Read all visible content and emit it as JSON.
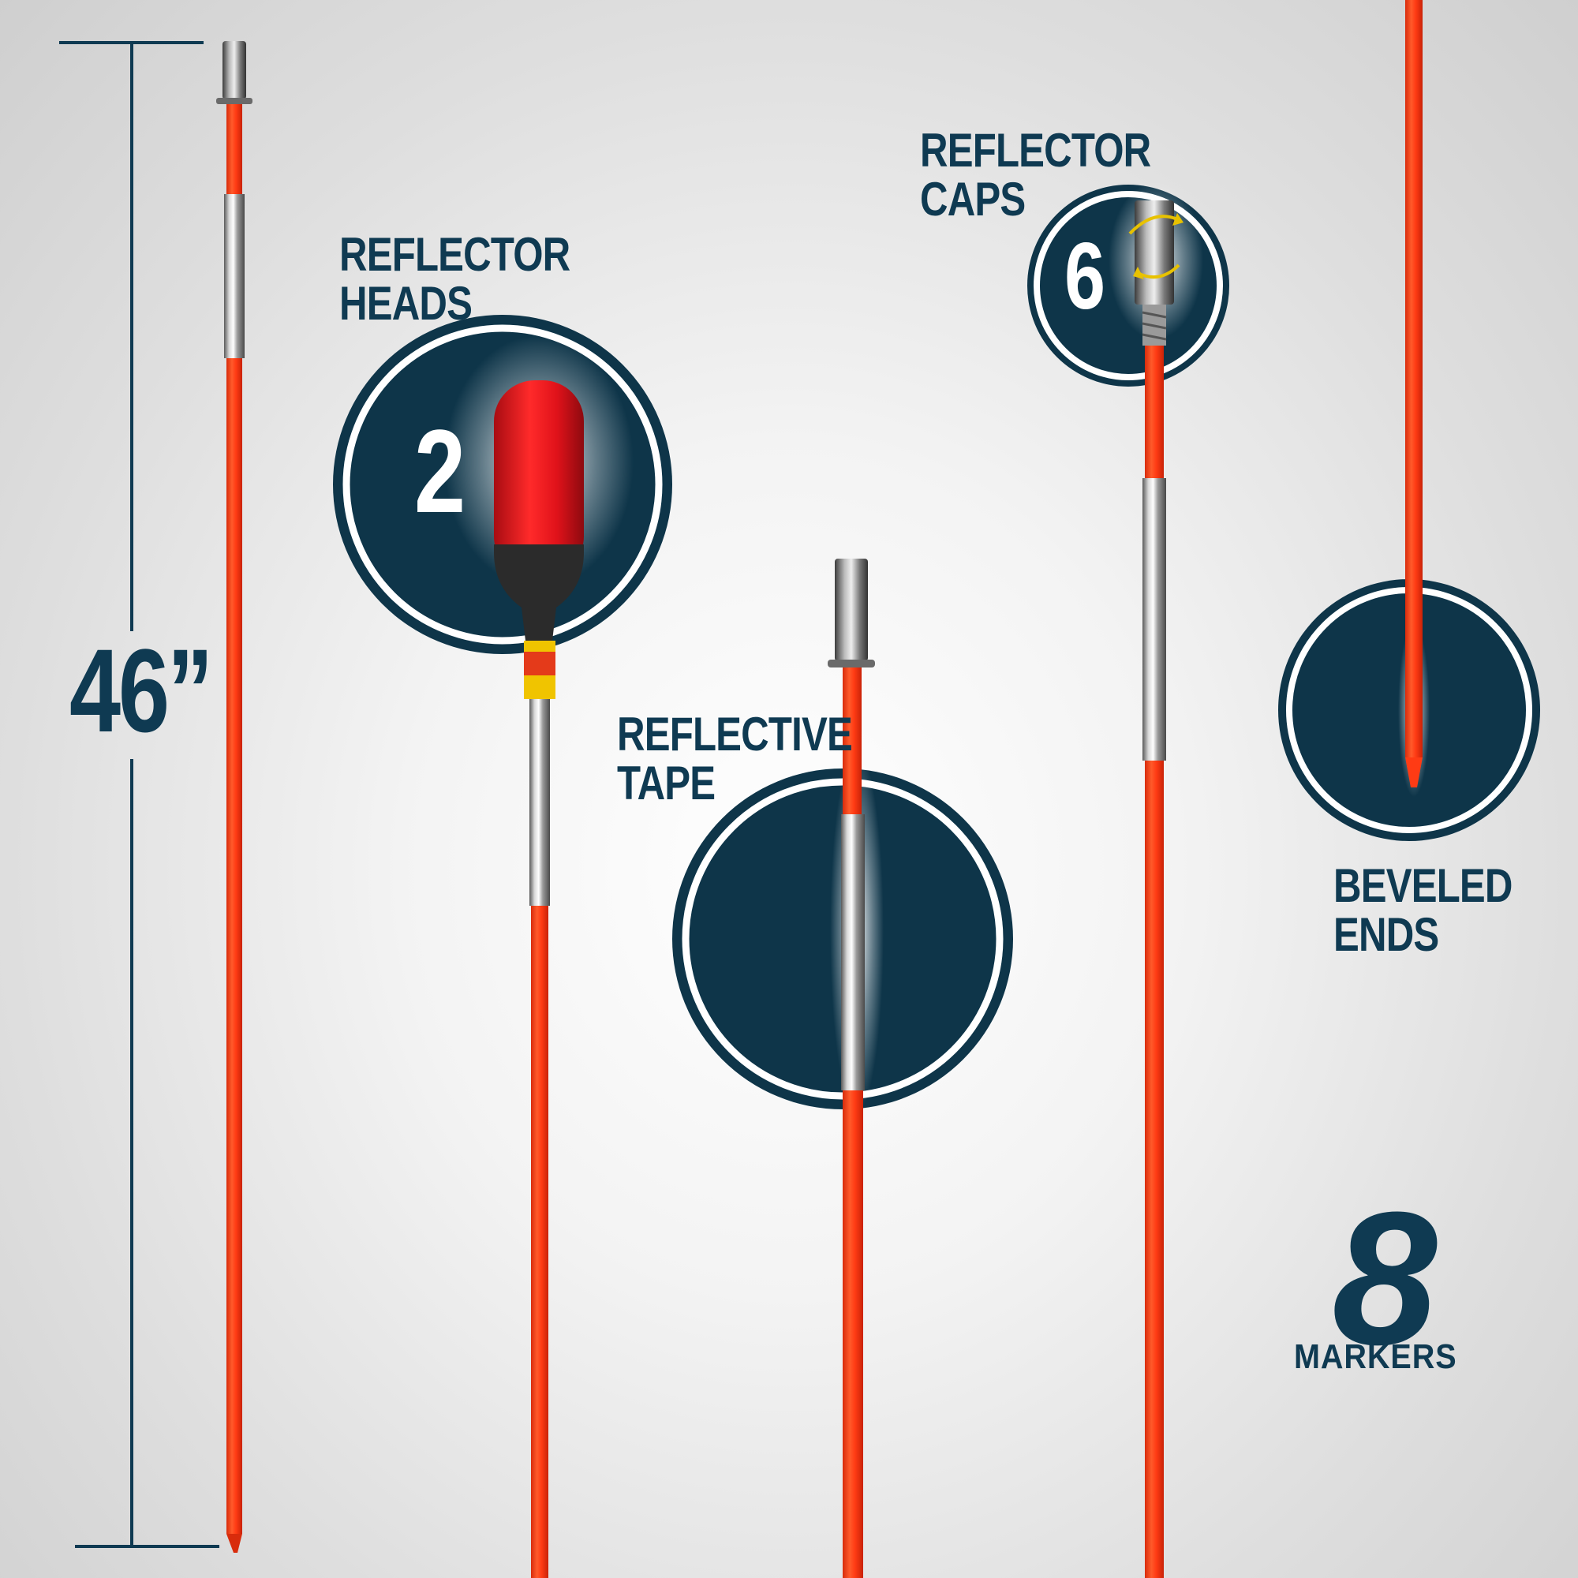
{
  "dimension": {
    "length_label": "46”"
  },
  "features": {
    "reflector_heads": {
      "line1": "REFLECTOR",
      "line2": "HEADS",
      "count": "2"
    },
    "reflector_caps": {
      "line1": "REFLECTOR",
      "line2": "CAPS",
      "count": "6"
    },
    "reflective_tape": {
      "line1": "REFLECTIVE",
      "line2": "TAPE"
    },
    "beveled_ends": {
      "line1": "BEVELED",
      "line2": "ENDS"
    }
  },
  "pack": {
    "count": "8",
    "label": "MARKERS"
  },
  "colors": {
    "navy": "#0f3a52",
    "badge_fill": "#0e3549",
    "rod_orange": "#ff3b14",
    "reflector_red": "#d9141c",
    "background": "#e8e8e8"
  }
}
